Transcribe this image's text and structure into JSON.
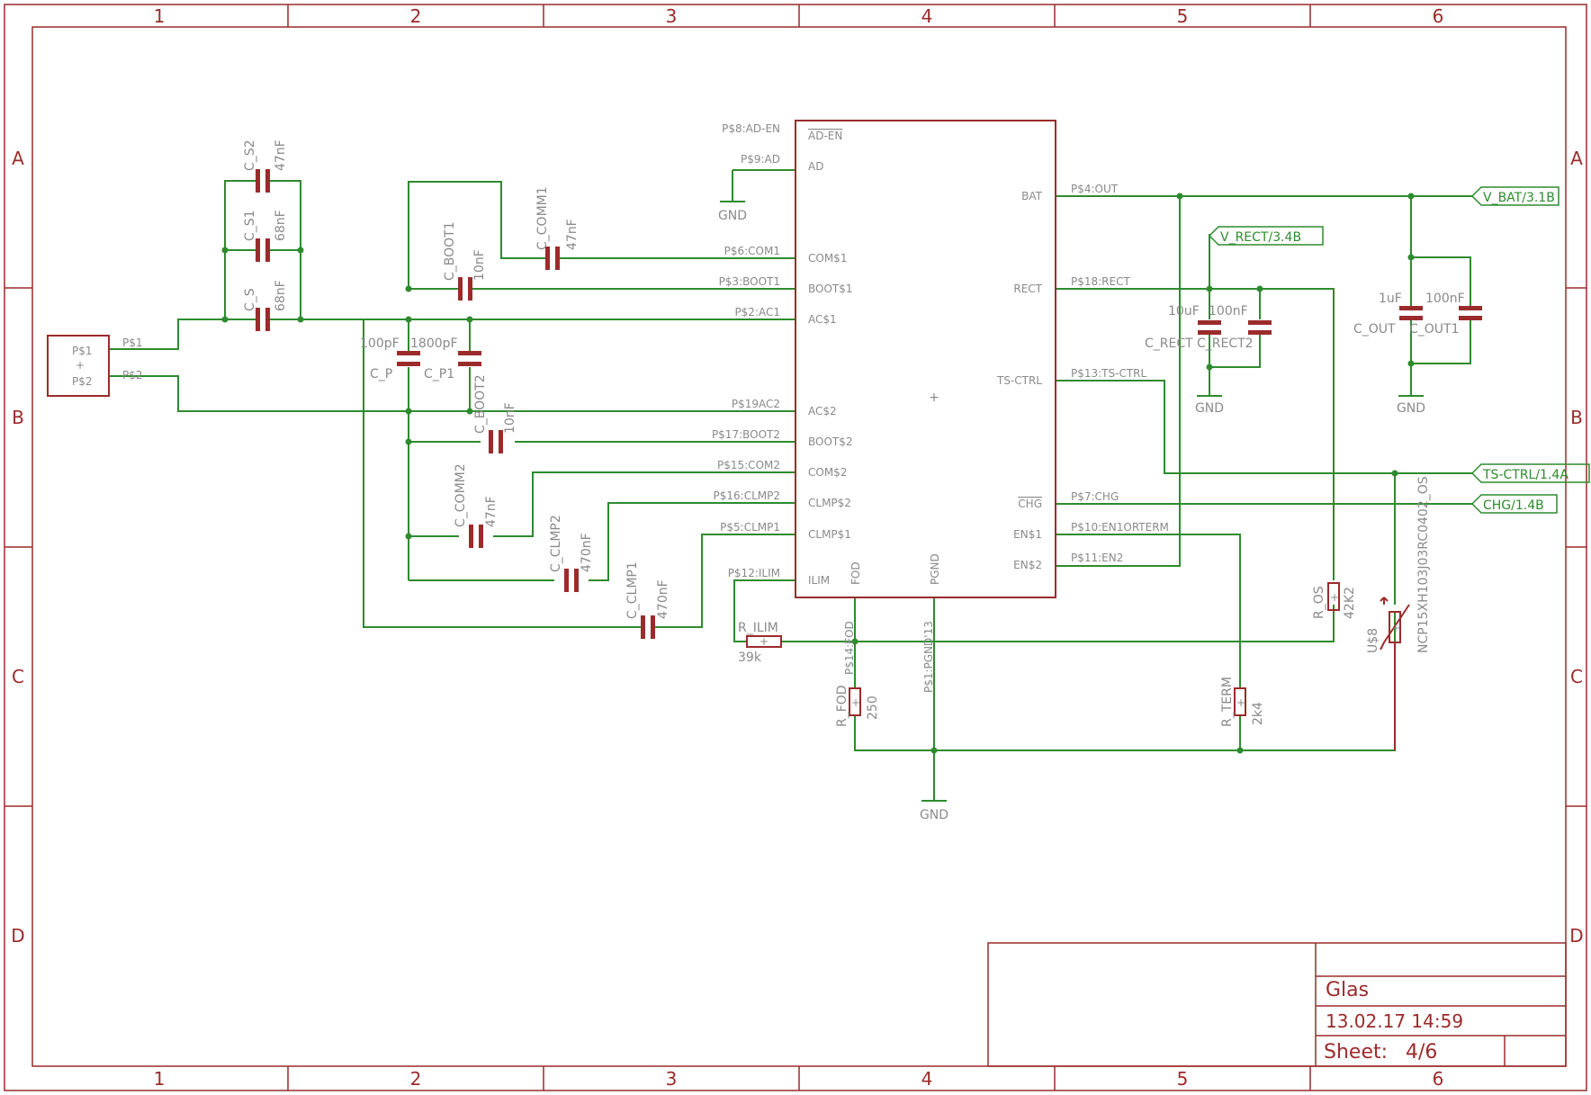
{
  "grid": {
    "columns": [
      "1",
      "2",
      "3",
      "4",
      "5",
      "6"
    ],
    "rows": [
      "A",
      "B",
      "C",
      "D"
    ]
  },
  "title_block": {
    "title": "Glas",
    "date": "13.02.17 14:59",
    "sheet_label": "Sheet:",
    "sheet_value": "4/6"
  },
  "ic": {
    "center_mark": "+",
    "left_pins": [
      {
        "pin": "AD-EN",
        "net": "P$8:AD-EN",
        "overline": true
      },
      {
        "pin": "AD",
        "net": "P$9:AD"
      },
      {
        "pin": "COM$1",
        "net": "P$6:COM1"
      },
      {
        "pin": "BOOT$1",
        "net": "P$3:BOOT1"
      },
      {
        "pin": "AC$1",
        "net": "P$2:AC1"
      },
      {
        "pin": "AC$2",
        "net": "P$19AC2"
      },
      {
        "pin": "BOOT$2",
        "net": "P$17:BOOT2"
      },
      {
        "pin": "COM$2",
        "net": "P$15:COM2"
      },
      {
        "pin": "CLMP$2",
        "net": "P$16:CLMP2"
      },
      {
        "pin": "CLMP$1",
        "net": "P$5:CLMP1"
      },
      {
        "pin": "ILIM",
        "net": "P$12:ILIM"
      }
    ],
    "right_pins": [
      {
        "pin": "BAT",
        "net": "P$4:OUT"
      },
      {
        "pin": "RECT",
        "net": "P$18:RECT"
      },
      {
        "pin": "TS-CTRL",
        "net": "P$13:TS-CTRL"
      },
      {
        "pin": "CHG",
        "net": "P$7:CHG",
        "overline": true
      },
      {
        "pin": "EN$1",
        "net": "P$10:EN1ORTERM"
      },
      {
        "pin": "EN$2",
        "net": "P$11:EN2"
      }
    ],
    "bottom_pins": [
      {
        "pin": "FOD",
        "net": "P$14:FOD"
      },
      {
        "pin": "PGND",
        "net": "P$1:PGND'13"
      }
    ]
  },
  "connector": {
    "pin1": "P$1",
    "pin2": "P$2",
    "mark": "+",
    "net1": "P$1",
    "net2": "P$2"
  },
  "capacitors": [
    {
      "name": "C_S2",
      "value": "47nF"
    },
    {
      "name": "C_S1",
      "value": "68nF"
    },
    {
      "name": "C_S",
      "value": "68nF"
    },
    {
      "name": "C_BOOT1",
      "value": "10nF"
    },
    {
      "name": "C_COMM1",
      "value": "47nF"
    },
    {
      "name": "C_P",
      "value": "100pF"
    },
    {
      "name": "C_P1",
      "value": "1800pF"
    },
    {
      "name": "C_BOOT2",
      "value": "10nF"
    },
    {
      "name": "C_COMM2",
      "value": "47nF"
    },
    {
      "name": "C_CLMP2",
      "value": "470nF"
    },
    {
      "name": "C_CLMP1",
      "value": "470nF"
    },
    {
      "name": "C_RECT",
      "value": "10uF"
    },
    {
      "name": "C_RECT2",
      "value": "100nF"
    },
    {
      "name": "C_OUT",
      "value": "1uF"
    },
    {
      "name": "C_OUT1",
      "value": "100nF"
    }
  ],
  "resistors": [
    {
      "name": "R_ILIM",
      "value": "39k"
    },
    {
      "name": "R_FOD",
      "value": "250"
    },
    {
      "name": "R_TERM",
      "value": "2k4"
    },
    {
      "name": "R_OS",
      "value": "42K2"
    }
  ],
  "thermistor": {
    "name": "U$8",
    "value": "NCP15XH103J03RC0402_OS",
    "mark": "+"
  },
  "ports": [
    {
      "label": "V_BAT/3.1B"
    },
    {
      "label": "V_RECT/3.4B"
    },
    {
      "label": "TS-CTRL/1.4A"
    },
    {
      "label": "CHG/1.4B"
    }
  ],
  "gnd_label": "GND",
  "colors": {
    "frame": "#9b2b2b",
    "wire": "#2e8b2e",
    "label": "#8a8a8a"
  }
}
